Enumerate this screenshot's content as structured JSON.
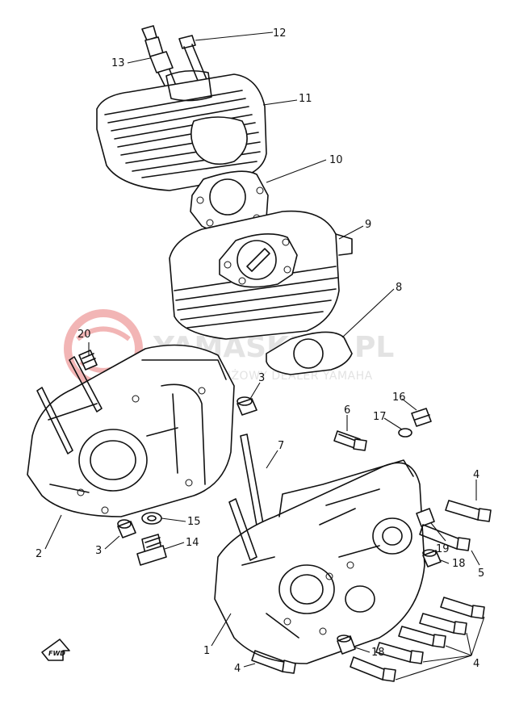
{
  "watermark": {
    "title": "YAMASKLEP.PL",
    "subtitle": "WIELOBRANŻOWY DEALER YAMAHA",
    "logo_color": "#e84a4a"
  },
  "fwd_label": "FWD",
  "callouts": [
    {
      "id": "c12",
      "num": "12"
    },
    {
      "id": "c13",
      "num": "13"
    },
    {
      "id": "c11",
      "num": "11"
    },
    {
      "id": "c10",
      "num": "10"
    },
    {
      "id": "c9",
      "num": "9"
    },
    {
      "id": "c8",
      "num": "8"
    },
    {
      "id": "c20",
      "num": "20"
    },
    {
      "id": "c3a",
      "num": "3"
    },
    {
      "id": "c16",
      "num": "16"
    },
    {
      "id": "c6",
      "num": "6"
    },
    {
      "id": "c17",
      "num": "17"
    },
    {
      "id": "c7",
      "num": "7"
    },
    {
      "id": "c4a",
      "num": "4"
    },
    {
      "id": "c15",
      "num": "15"
    },
    {
      "id": "c14",
      "num": "14"
    },
    {
      "id": "c2",
      "num": "2"
    },
    {
      "id": "c3b",
      "num": "3"
    },
    {
      "id": "c19",
      "num": "19"
    },
    {
      "id": "c18a",
      "num": "18"
    },
    {
      "id": "c5",
      "num": "5"
    },
    {
      "id": "c1",
      "num": "1"
    },
    {
      "id": "c18b",
      "num": "18"
    },
    {
      "id": "c4b",
      "num": "4"
    },
    {
      "id": "c4c",
      "num": "4"
    }
  ]
}
